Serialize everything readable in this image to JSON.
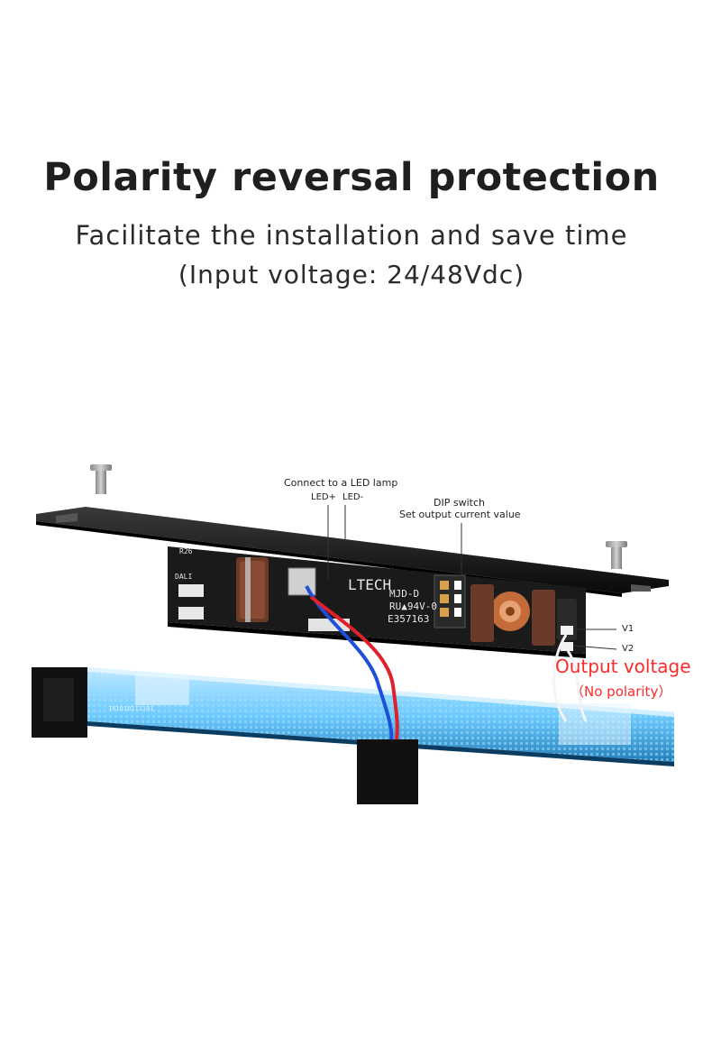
{
  "header": {
    "title": "Polarity reversal protection",
    "subtitle": "Facilitate the installation and save time",
    "input_note": "(Input voltage: 24/48Vdc)"
  },
  "callouts": {
    "connect_lamp": "Connect to a LED lamp",
    "led_plus": "LED+",
    "led_minus": "LED-",
    "dip_title": "DIP switch",
    "dip_desc": "Set output current value",
    "v1": "V1",
    "v2": "V2",
    "output_voltage": "Output voltage",
    "no_polarity": "（No polarity）"
  },
  "pcb": {
    "brand": "LTECH",
    "model": "MJD-D",
    "cert": "RU▲94V-0",
    "serial": "E357163",
    "r26": "R26",
    "dali": "DALI",
    "binary": "101010111101"
  },
  "colors": {
    "accent_red": "#ff2a2a",
    "pcb": "#1a1a1a",
    "rail_glow": "#3fb9ff",
    "wire_red": "#e0202a",
    "wire_blue": "#1e4fd8"
  }
}
